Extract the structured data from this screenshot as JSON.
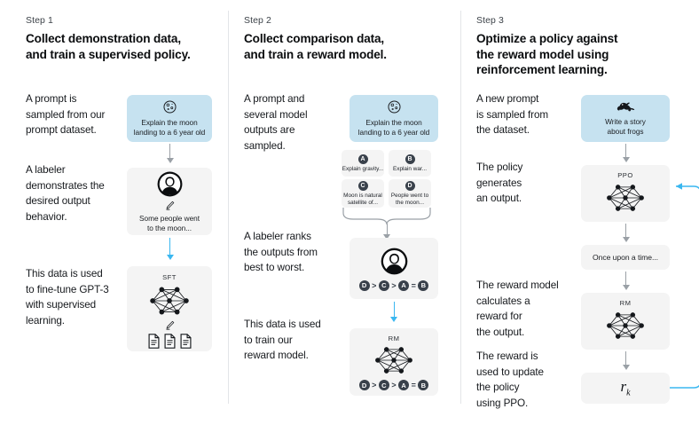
{
  "diagram": {
    "title": "InstructGPT / RLHF three-step training diagram",
    "accent_blue": "#3ab7f0",
    "prompt_box_blue": "#c6e2f0",
    "panel_grey": "#f4f4f4",
    "arrow_grey": "#9aa0a6"
  },
  "steps": [
    {
      "label": "Step 1",
      "title_line1": "Collect demonstration data,",
      "title_line2": "and train a supervised policy.",
      "paragraphs": [
        "A prompt is\nsampled from our\nprompt dataset.",
        "A labeler\ndemonstrates the\ndesired output\nbehavior.",
        "This data is used\nto fine-tune GPT-3\nwith supervised\nlearning."
      ],
      "nodes": {
        "prompt": {
          "icon": "moon-icon",
          "caption_line1": "Explain the moon",
          "caption_line2": "landing to a 6 year old"
        },
        "labeler": {
          "icon": "labeler-avatar-icon",
          "caption_line1": "Some people went",
          "caption_line2": "to the moon..."
        },
        "model": {
          "title": "SFT",
          "icon": "neural-network-icon",
          "sub_icons": [
            "pencil-icon",
            "document-icon",
            "document-icon",
            "document-icon"
          ]
        }
      }
    },
    {
      "label": "Step 2",
      "title_line1": "Collect comparison data,",
      "title_line2": "and train a reward model.",
      "paragraphs": [
        "A prompt and\nseveral model\noutputs are\nsampled.",
        "A labeler ranks\nthe outputs from\nbest to worst.",
        "This data is used\nto train our\nreward model."
      ],
      "nodes": {
        "prompt": {
          "icon": "moon-icon",
          "caption_line1": "Explain the moon",
          "caption_line2": "landing to a 6 year old"
        },
        "options": [
          {
            "letter": "A",
            "text": "Explain gravity..."
          },
          {
            "letter": "B",
            "text": "Explain war..."
          },
          {
            "letter": "C",
            "text": "Moon is natural\nsatellite of..."
          },
          {
            "letter": "D",
            "text": "People went to\nthe moon..."
          }
        ],
        "labeler": {
          "icon": "labeler-avatar-icon",
          "ranking": [
            "D",
            ">",
            "C",
            ">",
            "A",
            "=",
            "B"
          ]
        },
        "model": {
          "title": "RM",
          "icon": "neural-network-icon",
          "ranking": [
            "D",
            ">",
            "C",
            ">",
            "A",
            "=",
            "B"
          ]
        }
      }
    },
    {
      "label": "Step 3",
      "title_line1": "Optimize a policy against",
      "title_line2": "the reward model using",
      "title_line3": "reinforcement learning.",
      "paragraphs": [
        "A new prompt\nis sampled from\nthe dataset.",
        "The policy\ngenerates\nan output.",
        "The reward model\ncalculates a\nreward for\nthe output.",
        "The reward is\nused to update\nthe policy\nusing PPO."
      ],
      "nodes": {
        "prompt": {
          "icon": "frog-icon",
          "caption_line1": "Write a story",
          "caption_line2": "about frogs"
        },
        "policy": {
          "title": "PPO",
          "icon": "neural-network-icon"
        },
        "output": {
          "text": "Once upon a time..."
        },
        "reward_model": {
          "title": "RM",
          "icon": "neural-network-icon"
        },
        "reward": {
          "symbol": "r",
          "subscript": "k"
        }
      }
    }
  ]
}
